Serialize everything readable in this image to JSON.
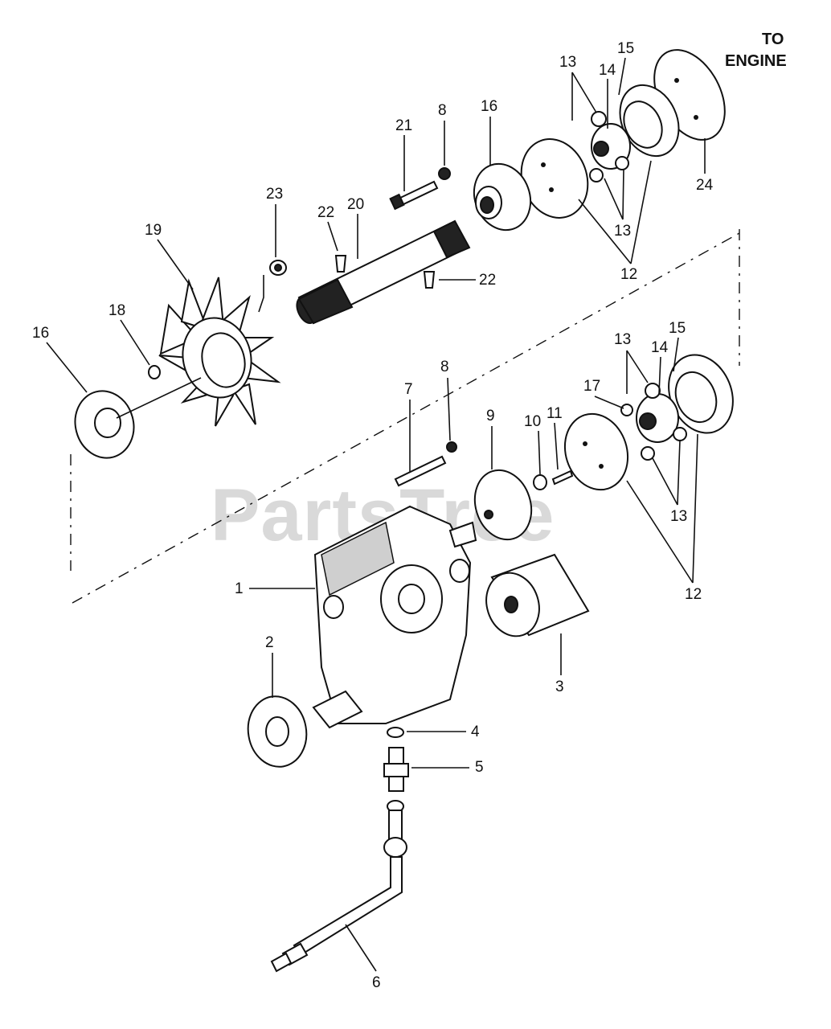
{
  "watermark": "PartsTree",
  "destination_label": [
    "TO",
    "ENGINE"
  ],
  "callouts": [
    "1",
    "2",
    "3",
    "4",
    "5",
    "6",
    "7",
    "8",
    "8",
    "9",
    "10",
    "11",
    "12",
    "12",
    "13",
    "13",
    "13",
    "13",
    "14",
    "14",
    "15",
    "15",
    "16",
    "16",
    "17",
    "18",
    "19",
    "20",
    "21",
    "22",
    "22",
    "23",
    "24"
  ]
}
